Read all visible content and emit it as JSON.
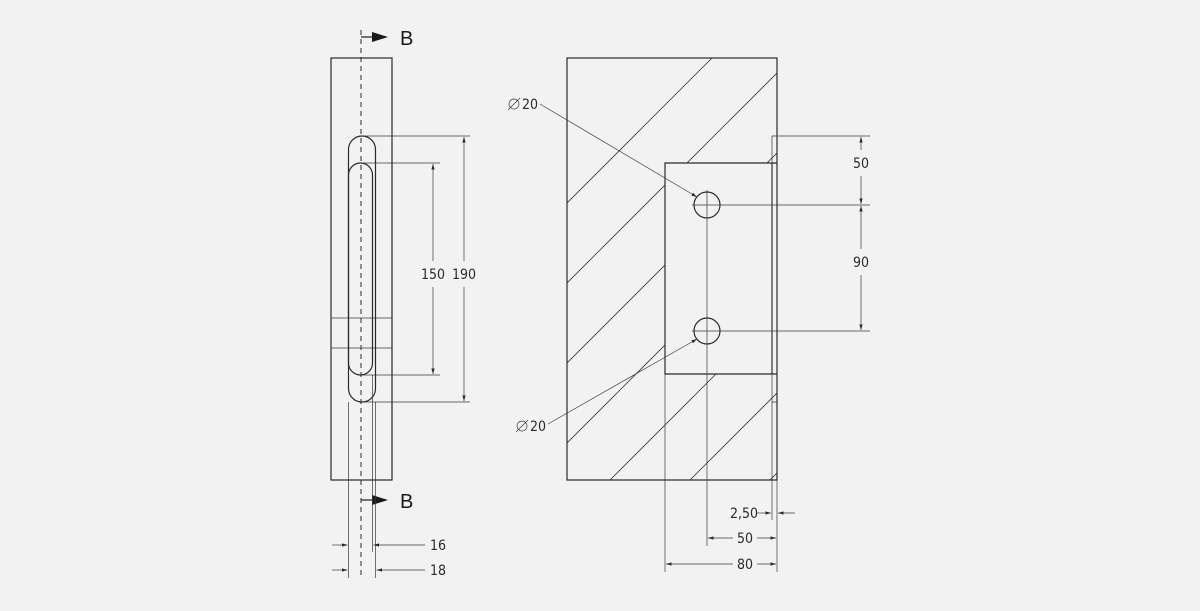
{
  "section_markers": {
    "top": "B",
    "bottom": "B"
  },
  "dimensions": {
    "slot_length_outer": "190",
    "slot_length_inner": "150",
    "slot_width_outer": "18",
    "slot_width_inner": "16",
    "hole_top_offset": "50",
    "hole_spacing": "90",
    "hole_diameter_top": "20",
    "hole_diameter_bottom": "20",
    "plate_offset": "2,50",
    "hole_depth": "50",
    "plate_depth": "80"
  },
  "colors": {
    "background": "#f2f2f2",
    "line": "#2a2a2a"
  }
}
